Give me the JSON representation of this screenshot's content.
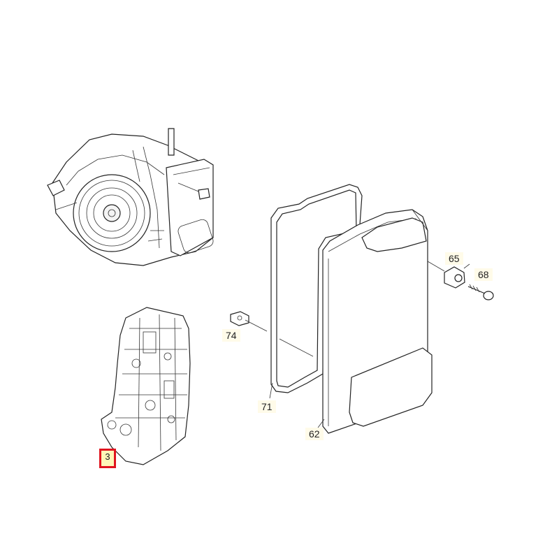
{
  "callouts": [
    {
      "id": "c3",
      "label": "3",
      "selected": true
    },
    {
      "id": "c62",
      "label": "62",
      "selected": false
    },
    {
      "id": "c65",
      "label": "65",
      "selected": false
    },
    {
      "id": "c68",
      "label": "68",
      "selected": false
    },
    {
      "id": "c71",
      "label": "71",
      "selected": false
    },
    {
      "id": "c74",
      "label": "74",
      "selected": false
    }
  ],
  "colors": {
    "highlight": "#e0141e",
    "label_bg": "#fffbe9",
    "line": "#222222"
  }
}
